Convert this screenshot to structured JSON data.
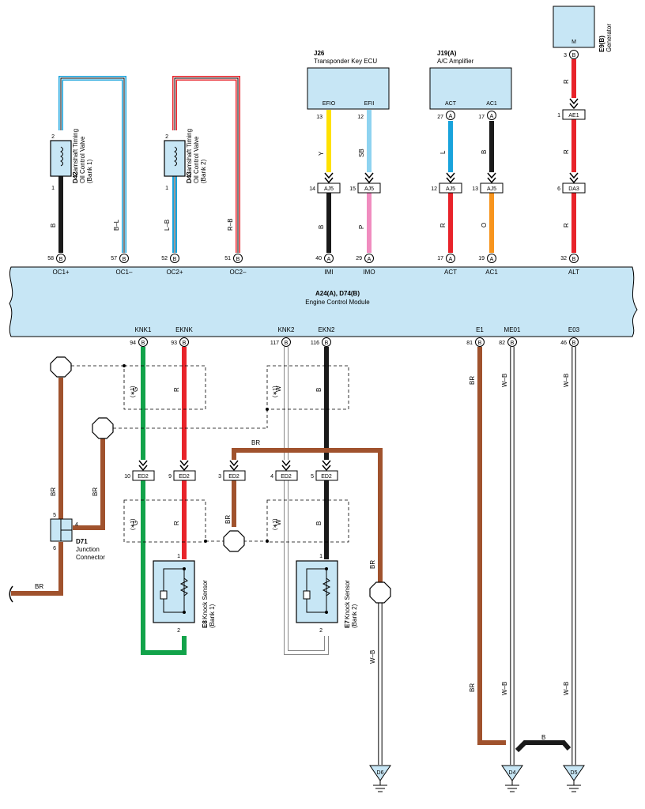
{
  "ecm": {
    "code": "A24(A), D74(B)",
    "name": "Engine Control Module",
    "top_pins": [
      {
        "pin": "58",
        "conn": "B",
        "term": "OC1+"
      },
      {
        "pin": "57",
        "conn": "B",
        "term": "OC1–"
      },
      {
        "pin": "52",
        "conn": "B",
        "term": "OC2+"
      },
      {
        "pin": "51",
        "conn": "B",
        "term": "OC2–"
      },
      {
        "pin": "40",
        "conn": "A",
        "term": "IMI"
      },
      {
        "pin": "29",
        "conn": "A",
        "term": "IMO"
      },
      {
        "pin": "17",
        "conn": "A",
        "term": "ACT"
      },
      {
        "pin": "19",
        "conn": "A",
        "term": "AC1"
      },
      {
        "pin": "32",
        "conn": "B",
        "term": "ALT"
      }
    ],
    "bottom_pins": [
      {
        "pin": "94",
        "conn": "B",
        "term": "KNK1"
      },
      {
        "pin": "93",
        "conn": "B",
        "term": "EKNK"
      },
      {
        "pin": "117",
        "conn": "B",
        "term": "KNK2"
      },
      {
        "pin": "116",
        "conn": "B",
        "term": "EKN2"
      },
      {
        "pin": "81",
        "conn": "B",
        "term": "E1"
      },
      {
        "pin": "82",
        "conn": "B",
        "term": "ME01"
      },
      {
        "pin": "46",
        "conn": "B",
        "term": "E03"
      }
    ]
  },
  "components": {
    "d42": {
      "code": "D42",
      "line1": "Camshaft Timing",
      "line2": "Oil Control Valve",
      "line3": "(Bank 1)",
      "pin_top": "2",
      "pin_bottom": "1"
    },
    "d43": {
      "code": "D43",
      "line1": "Camshaft Timing",
      "line2": "Oil Control Valve",
      "line3": "(Bank 2)",
      "pin_top": "2",
      "pin_bottom": "1"
    },
    "j26": {
      "code": "J26",
      "name": "Transponder Key ECU",
      "t1": "EFIO",
      "t2": "EFII",
      "p1": "13",
      "p2": "12"
    },
    "j19": {
      "code": "J19(A)",
      "name": "A/C Amplifier",
      "t1": "ACT",
      "t2": "AC1",
      "p1": "27",
      "p2": "17",
      "c1": "A",
      "c2": "A"
    },
    "e9": {
      "code": "E9(B)",
      "name": "Generator",
      "term": "M",
      "pin": "3",
      "conn": "B"
    },
    "e8": {
      "code": "E8",
      "line1": "Knock Sensor",
      "line2": "(Bank 1)",
      "pin_top": "1",
      "pin_bottom": "2"
    },
    "e7": {
      "code": "E7",
      "line1": "Knock Sensor",
      "line2": "(Bank 2)",
      "pin_top": "1",
      "pin_bottom": "2"
    },
    "d71": {
      "code": "D71",
      "line1": "Junction",
      "line2": "Connector",
      "p5": "5",
      "p4": "4",
      "p6": "6"
    }
  },
  "connectors": {
    "aj5_14": {
      "pin": "14",
      "name": "AJ5"
    },
    "aj5_15": {
      "pin": "15",
      "name": "AJ5"
    },
    "aj5_12": {
      "pin": "12",
      "name": "AJ5"
    },
    "aj5_13": {
      "pin": "13",
      "name": "AJ5"
    },
    "ae1": {
      "pin": "1",
      "name": "AE1"
    },
    "da3": {
      "pin": "6",
      "name": "DA3"
    },
    "ed2_10": {
      "pin": "10",
      "name": "ED2"
    },
    "ed2_9": {
      "pin": "9",
      "name": "ED2"
    },
    "ed2_3": {
      "pin": "3",
      "name": "ED2"
    },
    "ed2_4": {
      "pin": "4",
      "name": "ED2"
    },
    "ed2_5": {
      "pin": "5",
      "name": "ED2"
    }
  },
  "grounds": {
    "d6": "D6",
    "d4": "D4",
    "d5": "D5"
  },
  "wire_labels": {
    "b": "B",
    "bl": "B–L",
    "lb": "L–B",
    "rb": "R–B",
    "y": "Y",
    "sb": "SB",
    "p": "P",
    "l": "L",
    "r": "R",
    "o": "O",
    "g": "G",
    "w": "W",
    "br": "BR",
    "wb": "W–B",
    "note": "(∗1)"
  },
  "colors": {
    "ecm_fill": "#c7e6f5",
    "black": "#1a1a1a",
    "red": "#e8232a",
    "blue": "#19a3dc",
    "lightblue": "#8ed3f0",
    "yellow": "#ffe100",
    "pink": "#f08cbf",
    "orange": "#f7941d",
    "green": "#12a34a",
    "brown": "#a0522d"
  }
}
